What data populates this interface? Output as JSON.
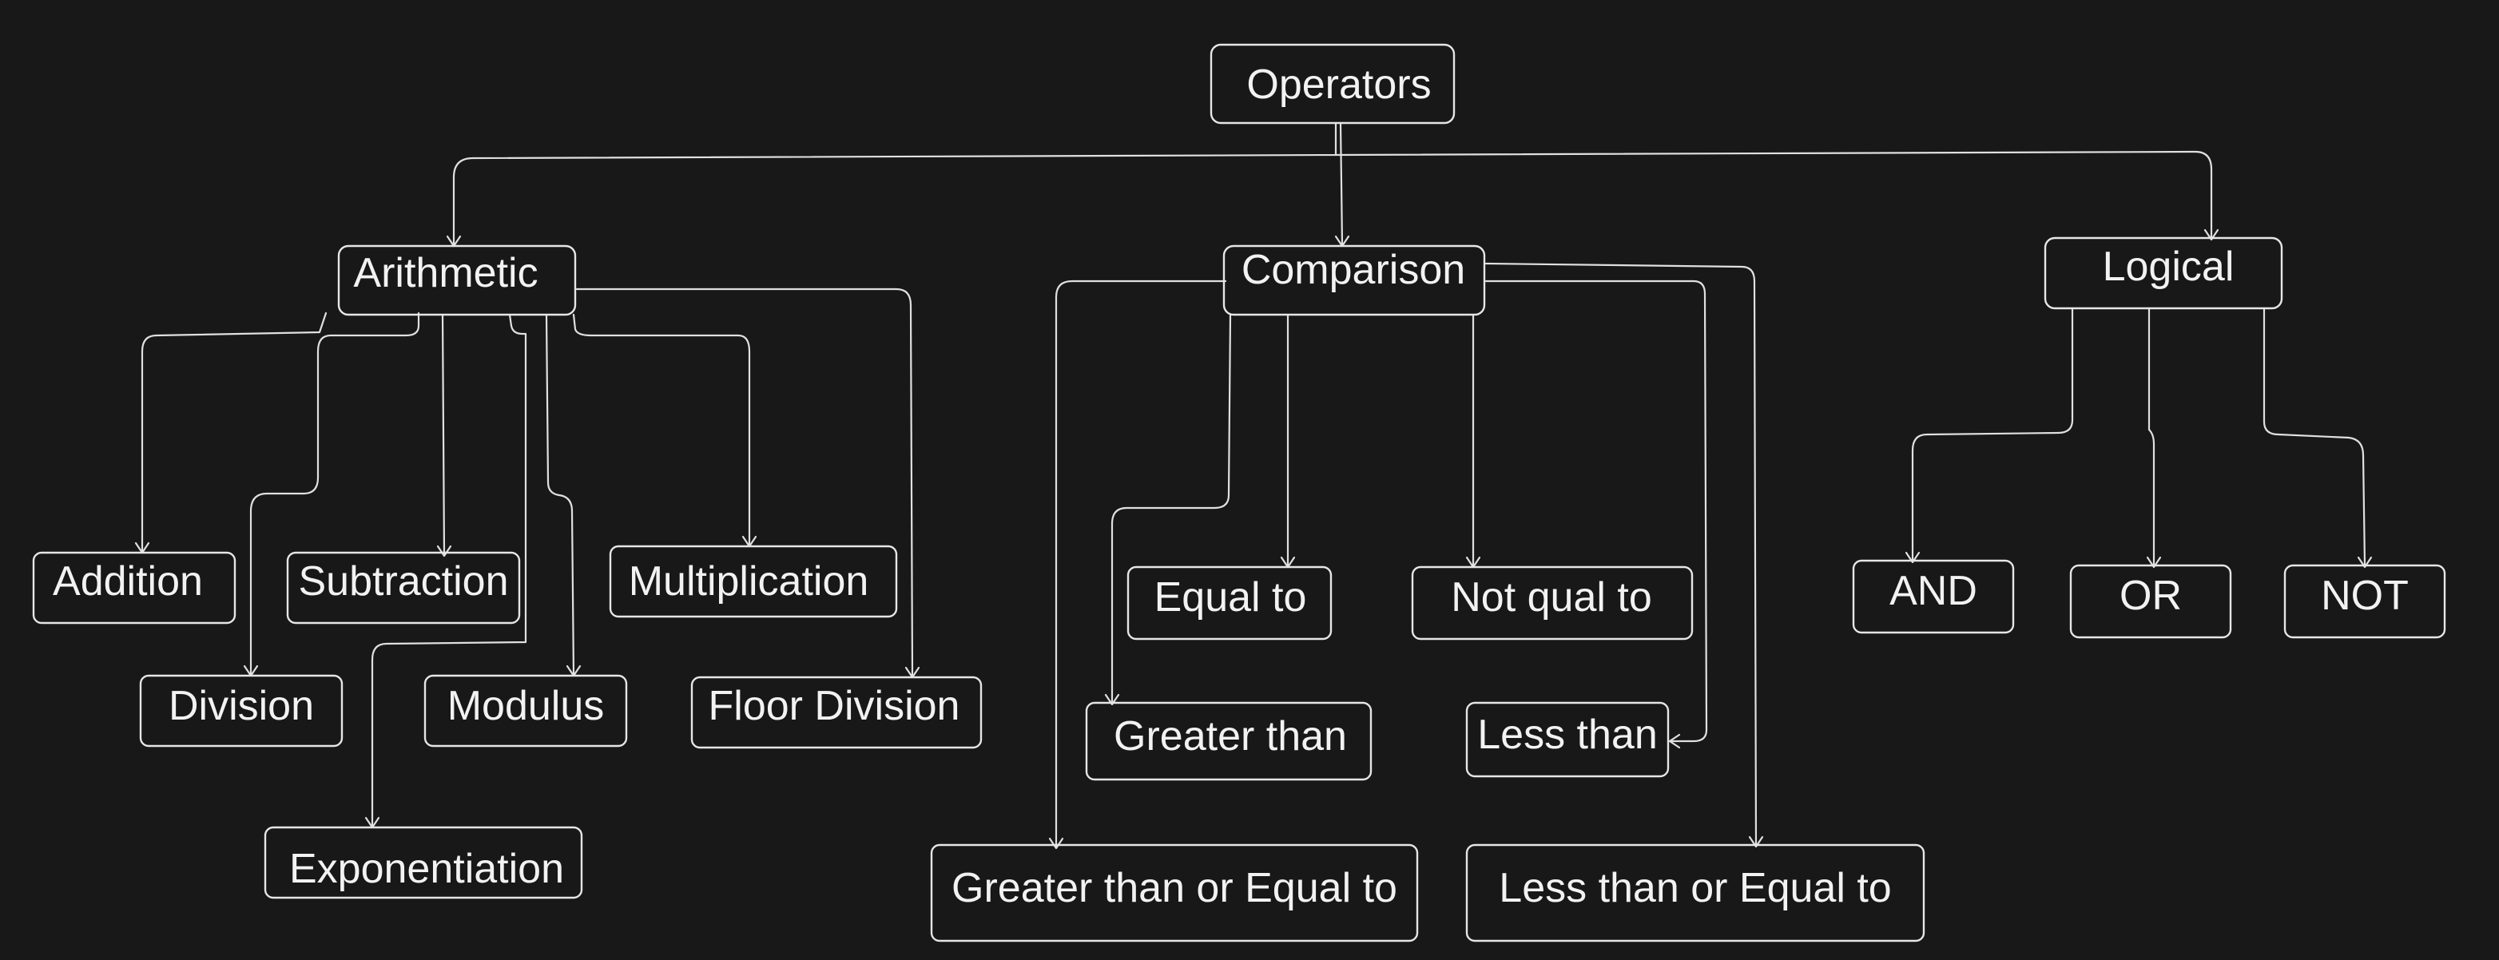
{
  "diagram": {
    "root": "Operators",
    "categories": [
      {
        "label": "Arithmetic",
        "items": [
          "Addition",
          "Subtraction",
          "Multiplication",
          "Division",
          "Modulus",
          "Floor Division",
          "Exponentiation"
        ]
      },
      {
        "label": "Comparison",
        "items": [
          "Equal to",
          "Not qual to",
          "Greater than",
          "Less than",
          "Greater than or Equal to",
          "Less than or Equal to"
        ]
      },
      {
        "label": "Logical",
        "items": [
          "AND",
          "OR",
          "NOT"
        ]
      }
    ]
  },
  "colors": {
    "background": "#181818",
    "stroke": "#e6e6e6",
    "text": "#f2f2f2"
  }
}
